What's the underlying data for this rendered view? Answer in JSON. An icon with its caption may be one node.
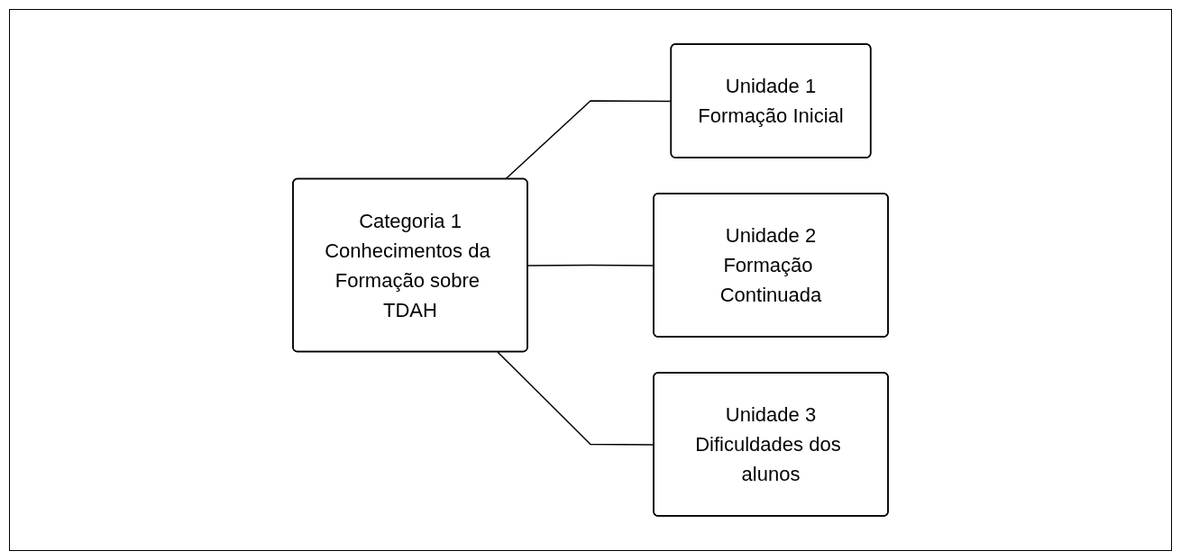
{
  "diagram": {
    "nodes": [
      {
        "text": [
          "Categoria 1",
          "Conhecimentos da Formação sobre TDAH"
        ]
      },
      {
        "text": [
          "Unidade 1",
          "Formação Inicial"
        ]
      },
      {
        "text": [
          "Unidade 2",
          "Formação Continuada"
        ]
      },
      {
        "text": [
          "Unidade 3",
          "Dificuldades dos alunos"
        ]
      }
    ],
    "edges": [
      {
        "from": 0,
        "to": 1,
        "arrow": "none"
      },
      {
        "from": 0,
        "to": 2,
        "arrow": "none"
      },
      {
        "from": 0,
        "to": 3,
        "arrow": "none"
      }
    ]
  }
}
